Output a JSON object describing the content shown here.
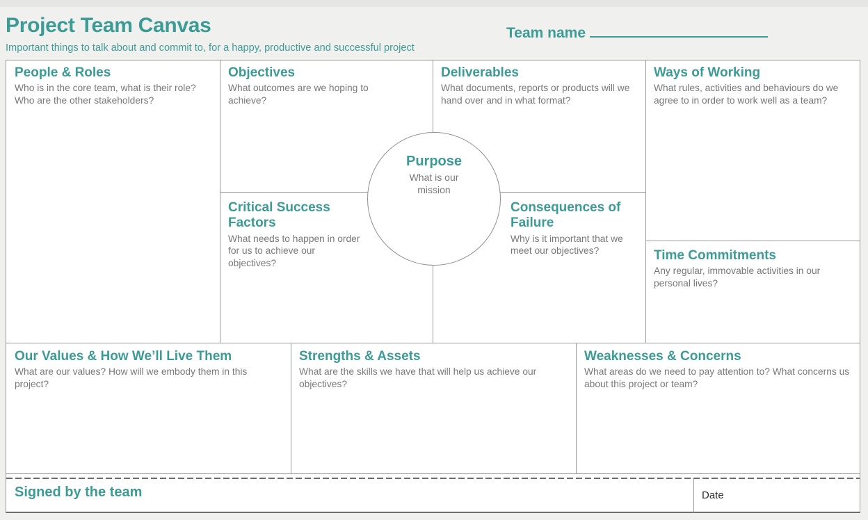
{
  "header": {
    "title": "Project Team Canvas",
    "subtitle": "Important things to talk about and commit to, for a happy, productive and successful project",
    "team_name_label": "Team name"
  },
  "colors": {
    "accent_teal": "#3D9B96",
    "prompt_gray": "#77787B",
    "grid_line_gray": "#9A9A9A",
    "page_background": "#F0F0EF"
  },
  "sections": {
    "people_roles": {
      "title": "People & Roles",
      "prompt": "Who is in the core team, what is their role? Who are the other stakeholders?"
    },
    "objectives": {
      "title": "Objectives",
      "prompt": "What outcomes are we hoping to achieve?"
    },
    "deliverables": {
      "title": "Deliverables",
      "prompt": "What documents, reports or products will we hand over and in what format?"
    },
    "ways_of_working": {
      "title": "Ways of Working",
      "prompt": "What rules, activities and behaviours do we agree to in order to work well as a team?"
    },
    "purpose": {
      "title": "Purpose",
      "prompt": "What is our mission"
    },
    "critical_success_factors": {
      "title": "Critical Success Factors",
      "prompt": "What needs to happen in order for us to achieve our objectives?"
    },
    "consequences_of_failure": {
      "title": "Consequences of Failure",
      "prompt": "Why is it important that we meet our objectives?"
    },
    "time_commitments": {
      "title": "Time Commitments",
      "prompt": "Any regular, immovable activities in our personal lives?"
    },
    "our_values": {
      "title": "Our Values & How We’ll Live Them",
      "prompt": "What are our values? How will we embody them in this project?"
    },
    "strengths_assets": {
      "title": "Strengths & Assets",
      "prompt": "What are the skills we have that will help us achieve our objectives?"
    },
    "weaknesses_concerns": {
      "title": "Weaknesses & Concerns",
      "prompt": "What areas do we need to pay attention to? What concerns us about this project or team?"
    }
  },
  "footer": {
    "signed_label": "Signed by the team",
    "date_label": "Date"
  }
}
